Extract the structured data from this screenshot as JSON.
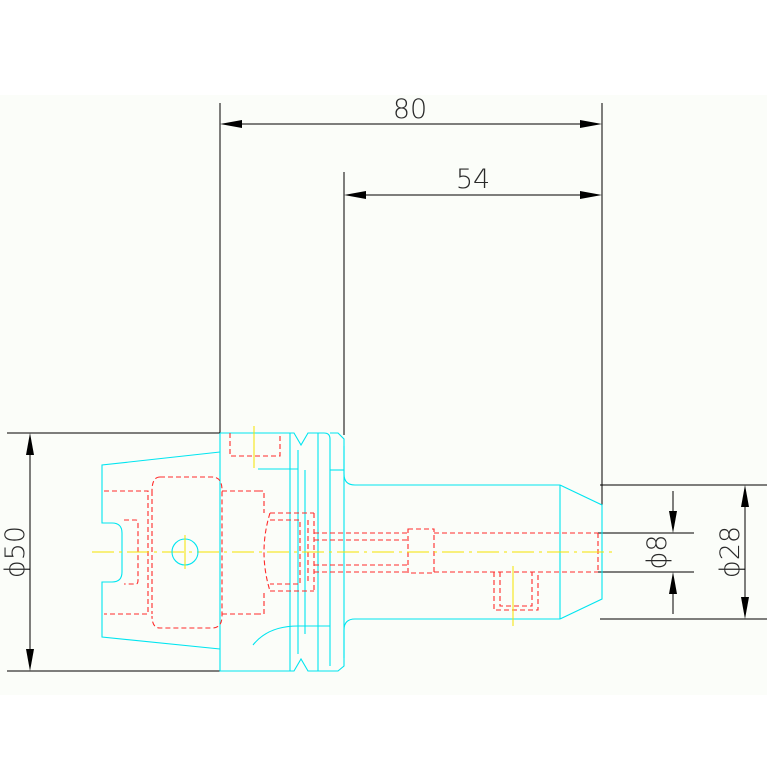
{
  "drawing": {
    "dimensions": {
      "overall_length": "80",
      "shank_length": "54",
      "flange_diameter": "ϕ50",
      "bore_diameter": "ϕ8",
      "shank_diameter": "ϕ28"
    }
  },
  "colors": {
    "paper": "#fbfdf9",
    "visible_edge": "#00e5f0",
    "hidden_edge": "#ff2a2a",
    "center_line": "#f5e400",
    "dimension": "#000000"
  }
}
